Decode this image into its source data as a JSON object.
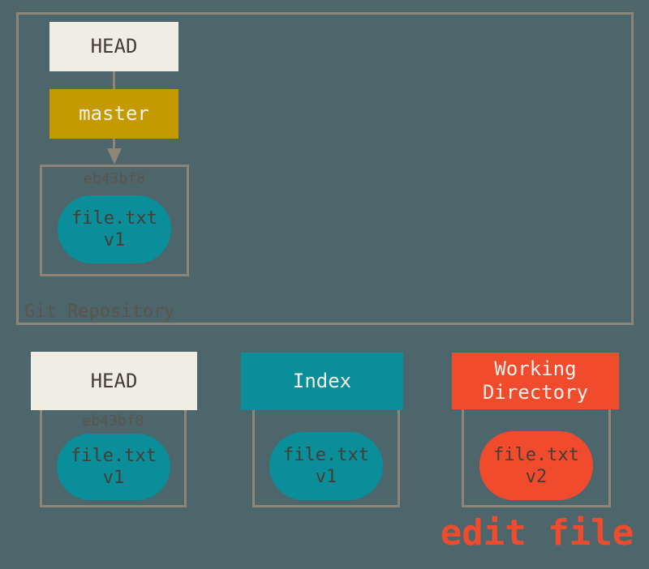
{
  "colors": {
    "background": "#4D666C",
    "border": "#8E8577",
    "cream": "#F0EEE4",
    "gold": "#C49A00",
    "teal": "#0A8E99",
    "orange": "#F14B2D",
    "dark_text": "#443E36",
    "muted_text": "#5B554C",
    "light_text": "#F2F0E9"
  },
  "repository": {
    "label": "Git Repository",
    "head_label": "HEAD",
    "branch_label": "master",
    "commit": {
      "id": "eb43bf8",
      "file_name": "file.txt",
      "file_version": "v1"
    }
  },
  "columns": {
    "head": {
      "label": "HEAD",
      "commit_id": "eb43bf8",
      "file_name": "file.txt",
      "file_version": "v1"
    },
    "index": {
      "label": "Index",
      "file_name": "file.txt",
      "file_version": "v1"
    },
    "working_directory": {
      "label": "Working Directory",
      "file_name": "file.txt",
      "file_version": "v2"
    }
  },
  "annotation": {
    "label": "edit file"
  }
}
